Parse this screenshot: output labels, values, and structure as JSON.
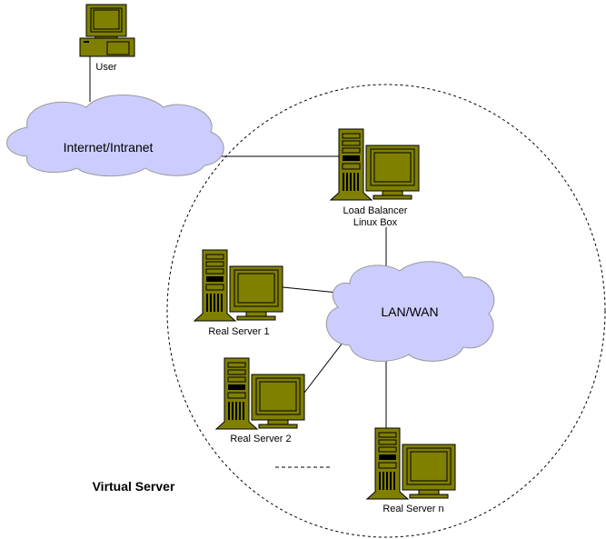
{
  "colors": {
    "device": "#808000",
    "cloud": "#ccccff"
  },
  "nodes": {
    "user": "User",
    "internet": "Internet/Intranet",
    "lb_line1": "Load Balancer",
    "lb_line2": "Linux Box",
    "lan": "LAN/WAN",
    "rs1": "Real Server 1",
    "rs2": "Real Server 2",
    "rsn": "Real Server n"
  },
  "group_label": "Virtual Server"
}
